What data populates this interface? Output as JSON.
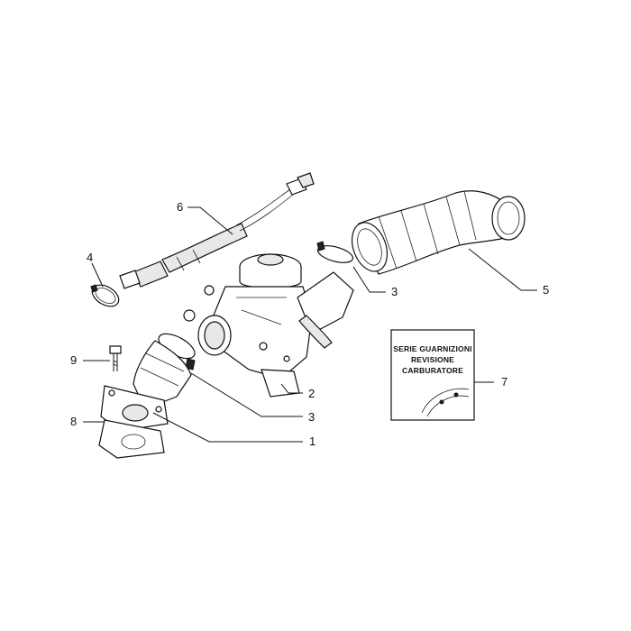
{
  "callouts": [
    {
      "number": "1"
    },
    {
      "number": "2"
    },
    {
      "number": "3"
    },
    {
      "number": "3"
    },
    {
      "number": "4"
    },
    {
      "number": "5"
    },
    {
      "number": "6"
    },
    {
      "number": "7"
    },
    {
      "number": "8"
    },
    {
      "number": "9"
    }
  ],
  "kit_label": {
    "line1": "SERIE GUARNIZIONI",
    "line2": "REVISIONE",
    "line3": "CARBURATORE"
  }
}
